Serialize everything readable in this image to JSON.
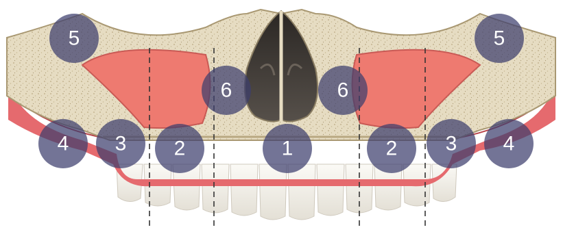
{
  "zones": [
    {
      "label": "5",
      "side": "right"
    },
    {
      "label": "5",
      "side": "left"
    },
    {
      "label": "6",
      "side": "right"
    },
    {
      "label": "6",
      "side": "left"
    },
    {
      "label": "4",
      "side": "right"
    },
    {
      "label": "3",
      "side": "right"
    },
    {
      "label": "2",
      "side": "right"
    },
    {
      "label": "1",
      "side": "midline"
    },
    {
      "label": "2",
      "side": "left"
    },
    {
      "label": "3",
      "side": "left"
    },
    {
      "label": "4",
      "side": "left"
    }
  ],
  "colors": {
    "bone": "#e6dcc2",
    "bone_dark": "#b9a882",
    "sinus": "#ee7a70",
    "gum": "#e56a6e",
    "nasal_cavity": "#3f3a36",
    "tooth": "#f4f1ea",
    "zone_marker": "#3d3f6e"
  }
}
